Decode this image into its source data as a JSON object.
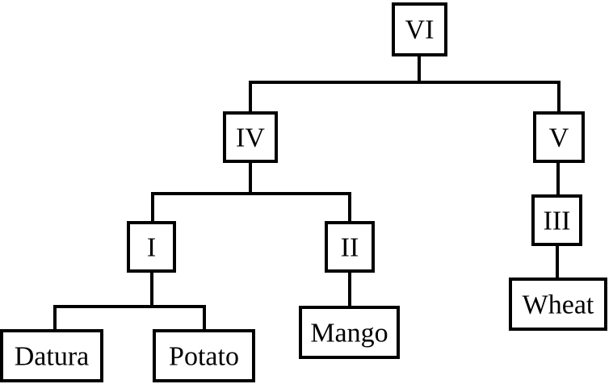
{
  "diagram": {
    "nodes": {
      "vi": "VI",
      "iv": "IV",
      "v": "V",
      "iii": "III",
      "i": "I",
      "ii": "II",
      "wheat": "Wheat",
      "mango": "Mango",
      "datura": "Datura",
      "potato": "Potato"
    },
    "edges": [
      [
        "VI",
        "IV"
      ],
      [
        "VI",
        "V"
      ],
      [
        "IV",
        "I"
      ],
      [
        "IV",
        "II"
      ],
      [
        "V",
        "III"
      ],
      [
        "III",
        "Wheat"
      ],
      [
        "I",
        "Datura"
      ],
      [
        "I",
        "Potato"
      ],
      [
        "II",
        "Mango"
      ]
    ]
  }
}
